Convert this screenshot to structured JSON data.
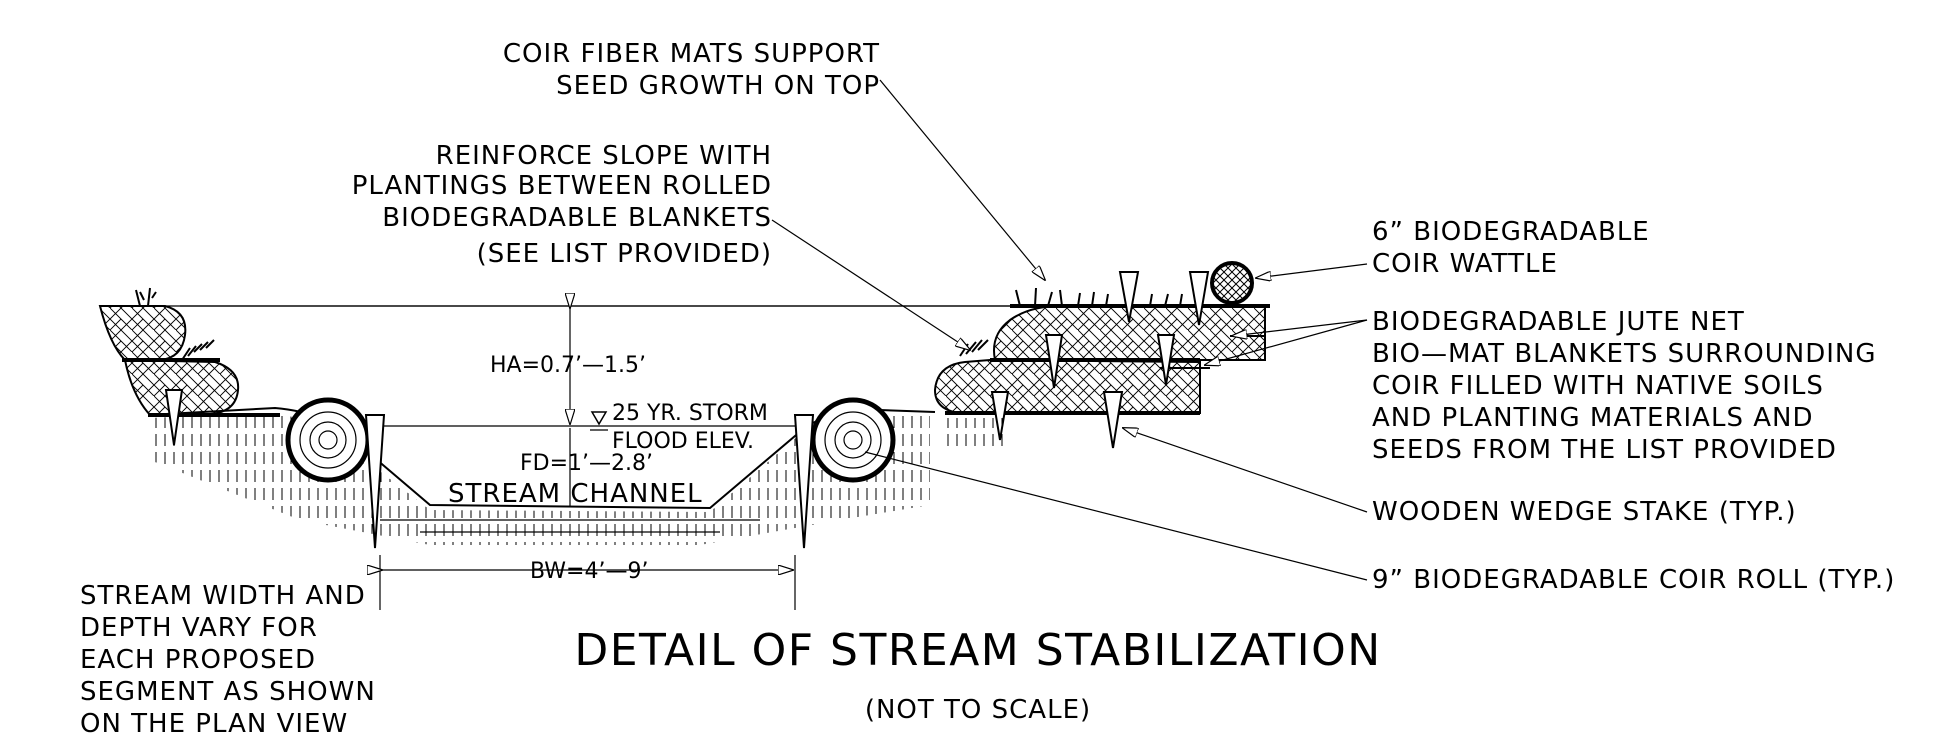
{
  "title": "DETAIL OF STREAM STABILIZATION",
  "subtitle": "(NOT TO SCALE)",
  "callouts": {
    "coir_mats": [
      "COIR FIBER MATS SUPPORT",
      "SEED GROWTH ON TOP"
    ],
    "reinforce": [
      "REINFORCE SLOPE WITH",
      "PLANTINGS BETWEEN ROLLED",
      "BIODEGRADABLE BLANKETS",
      "(SEE LIST PROVIDED)"
    ],
    "wattle": [
      "6” BIODEGRADABLE",
      "COIR WATTLE"
    ],
    "jute": [
      "BIODEGRADABLE JUTE NET",
      "BIO—MAT BLANKETS SURROUNDING",
      "COIR FILLED WITH NATIVE SOILS",
      "AND PLANTING MATERIALS AND",
      "SEEDS FROM THE LIST PROVIDED"
    ],
    "stake": "WOODEN WEDGE STAKE (TYP.)",
    "roll": "9” BIODEGRADABLE COIR ROLL (TYP.)",
    "width_note": [
      "STREAM WIDTH AND",
      "DEPTH VARY FOR",
      "EACH PROPOSED",
      "SEGMENT AS SHOWN",
      "ON THE PLAN VIEW"
    ]
  },
  "dimensions": {
    "ha": "HA=0.7’—1.5’",
    "storm": [
      "25 YR. STORM",
      "FLOOD ELEV."
    ],
    "fd": "FD=1’—2.8’",
    "channel": "STREAM CHANNEL",
    "bw": "BW=4’—9’"
  }
}
